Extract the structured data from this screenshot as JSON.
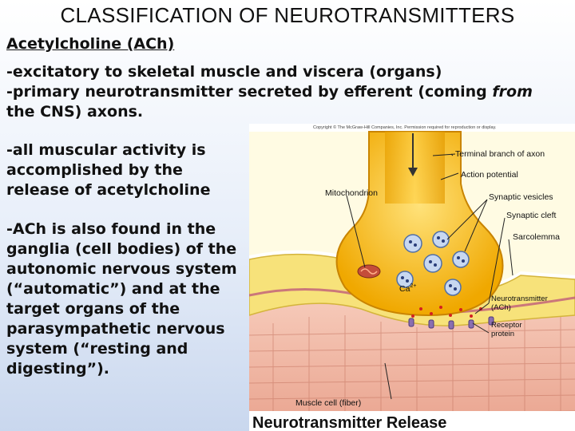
{
  "title": "CLASSIFICATION OF NEUROTRANSMITTERS",
  "heading": "Acetylcholine (ACh)",
  "paragraph1_a": "-excitatory to skeletal muscle and viscera (organs)\n-primary neurotransmitter secreted by efferent (coming ",
  "paragraph1_italic": "from",
  "paragraph1_b": " the CNS) axons.",
  "paragraph2": "-all muscular activity is accomplished by the release of acetylcholine",
  "paragraph3": "-ACh is also found in the ganglia (cell bodies) of the autonomic nervous system (“automatic”) and at the target organs of the parasympathetic nervous system (“resting and digesting”).",
  "figure": {
    "copyright": "Copyright © The McGraw-Hill Companies, Inc. Permission required for reproduction or display.",
    "labels": {
      "terminal_branch": "Terminal branch of axon",
      "action_potential": "Action potential",
      "mitochondrion": "Mitochondrion",
      "synaptic_vesicles": "Synaptic vesicles",
      "synaptic_cleft": "Synaptic cleft",
      "sarcolemma": "Sarcolemma",
      "calcium": "Ca",
      "calcium_sup": "2+",
      "neurotransmitter": "Neurotransmitter",
      "ach": "(ACh)",
      "receptor": "Receptor",
      "protein": "protein",
      "muscle_cell": "Muscle cell (fiber)"
    },
    "caption": "Neurotransmitter Release"
  }
}
